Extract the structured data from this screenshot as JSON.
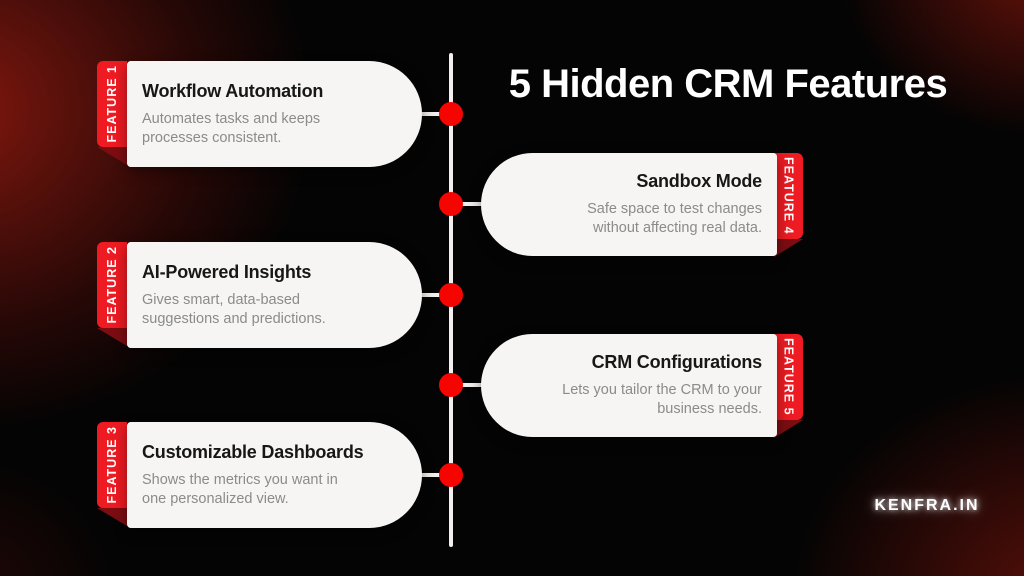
{
  "title": "5 Hidden CRM Features",
  "brand": "KENFRA.IN",
  "colors": {
    "accent": "#ee1b22",
    "dot": "#f50400",
    "fold": "#7c0d12",
    "card_bg": "#f6f5f4",
    "heading": "#171717",
    "body_text": "#8b8b8b",
    "line": "#f2efee",
    "title_text": "#ffffff"
  },
  "features": [
    {
      "tab": "FEATURE 1",
      "heading": "Workflow Automation",
      "description": "Automates tasks and keeps processes consistent."
    },
    {
      "tab": "FEATURE 2",
      "heading": "AI-Powered Insights",
      "description": "Gives smart, data-based suggestions and predictions."
    },
    {
      "tab": "FEATURE 3",
      "heading": "Customizable Dashboards",
      "description": "Shows the metrics you want in one personalized view."
    },
    {
      "tab": "FEATURE 4",
      "heading": "Sandbox Mode",
      "description": "Safe space to test changes without affecting real data."
    },
    {
      "tab": "FEATURE 5",
      "heading": "CRM Configurations",
      "description": "Lets you tailor the CRM to your business needs."
    }
  ]
}
